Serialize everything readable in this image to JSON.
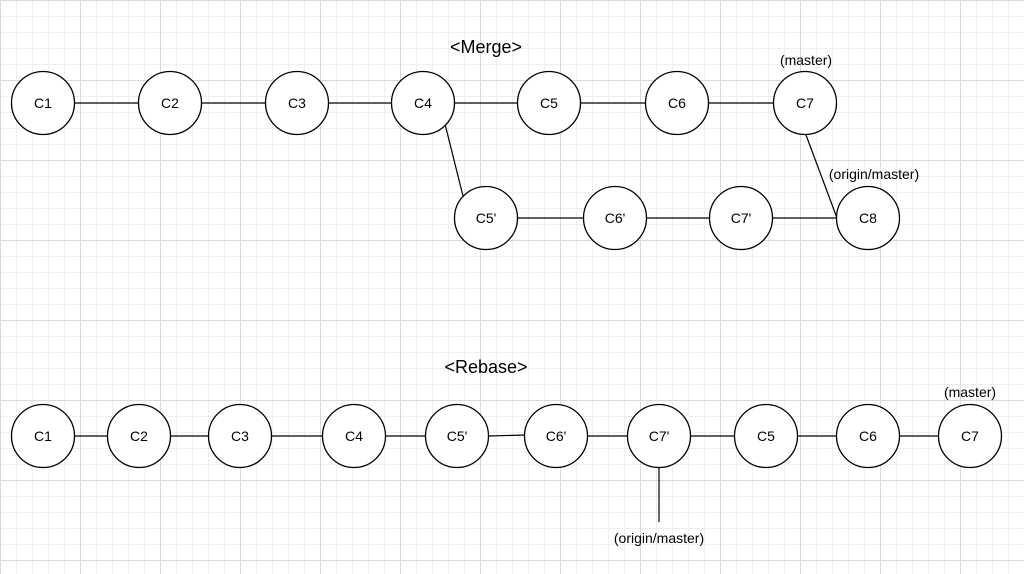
{
  "merge": {
    "title": "<Merge>",
    "nodes": [
      "C1",
      "C2",
      "C3",
      "C4",
      "C5",
      "C6",
      "C7",
      "C5'",
      "C6'",
      "C7'",
      "C8"
    ],
    "refs": {
      "master": "(master)",
      "origin": "(origin/master)"
    }
  },
  "rebase": {
    "title": "<Rebase>",
    "nodes": [
      "C1",
      "C2",
      "C3",
      "C4",
      "C5'",
      "C6'",
      "C7'",
      "C5",
      "C6",
      "C7"
    ],
    "refs": {
      "master": "(master)",
      "origin": "(origin/master)"
    }
  }
}
